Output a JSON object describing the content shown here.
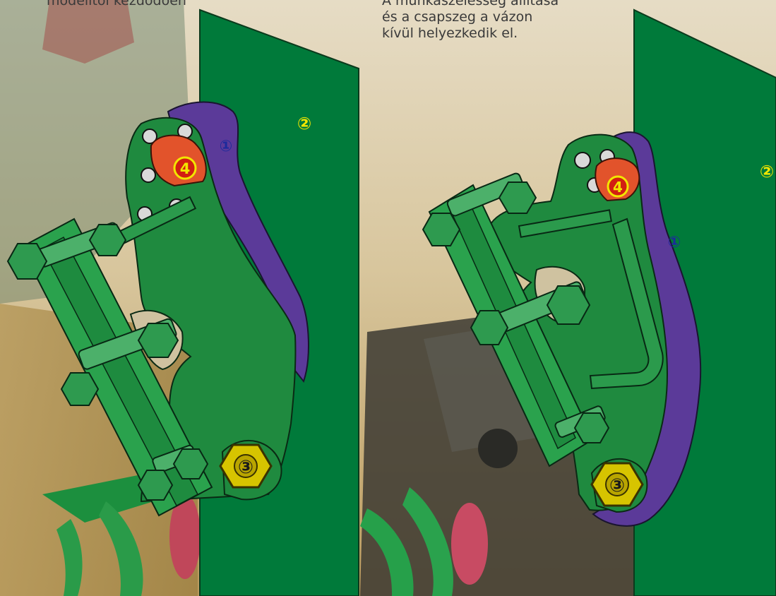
{
  "captions": {
    "left_fragment": "modelltől kezdődően",
    "right_lines": [
      "A munkaszélesség állítása",
      "és a csapszeg a vázon",
      "kívül helyezkedik el."
    ]
  },
  "labels": {
    "left": {
      "plate": "①",
      "frame": "②",
      "nut": "③",
      "bolt": "4"
    },
    "right": {
      "plate": "①",
      "frame": "②",
      "nut": "③",
      "bolt": "4"
    }
  },
  "colors": {
    "frame_green": "#007a3a",
    "bracket_green": "#1f8a3f",
    "plate_purple": "#5b3a99",
    "bolt_red": "#e2532b",
    "nut_yellow": "#d7c400",
    "label_yellow": "#f2e600",
    "label_blue": "#1d2a9c"
  }
}
